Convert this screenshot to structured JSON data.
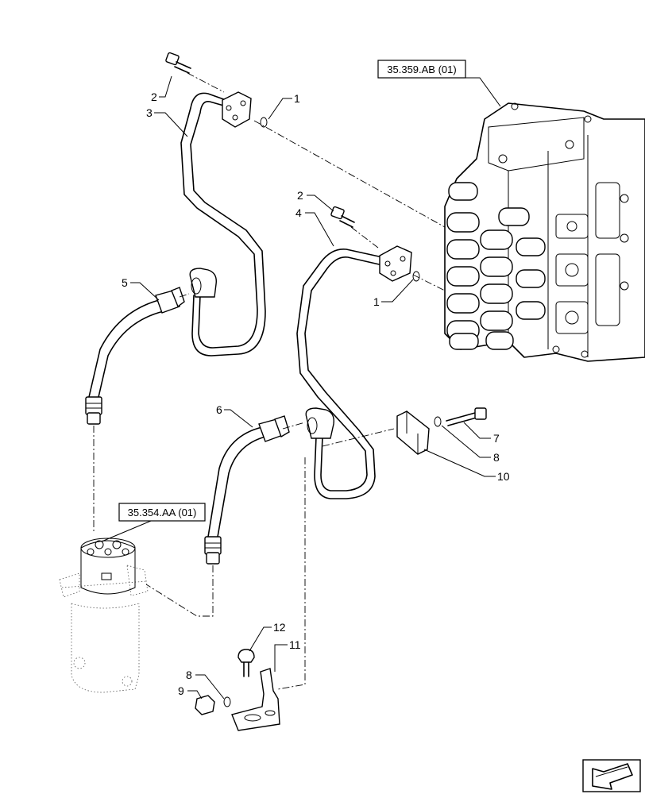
{
  "references": {
    "valve_ref": "35.359.AB (01)",
    "motor_ref": "35.354.AA (01)"
  },
  "callouts": {
    "c1a": "1",
    "c1b": "1",
    "c2a": "2",
    "c2b": "2",
    "c3": "3",
    "c4": "4",
    "c5": "5",
    "c6": "6",
    "c7": "7",
    "c8a": "8",
    "c8b": "8",
    "c9": "9",
    "c10": "10",
    "c11": "11",
    "c12": "12"
  },
  "icons": {
    "navigation": "arrow-icon"
  }
}
